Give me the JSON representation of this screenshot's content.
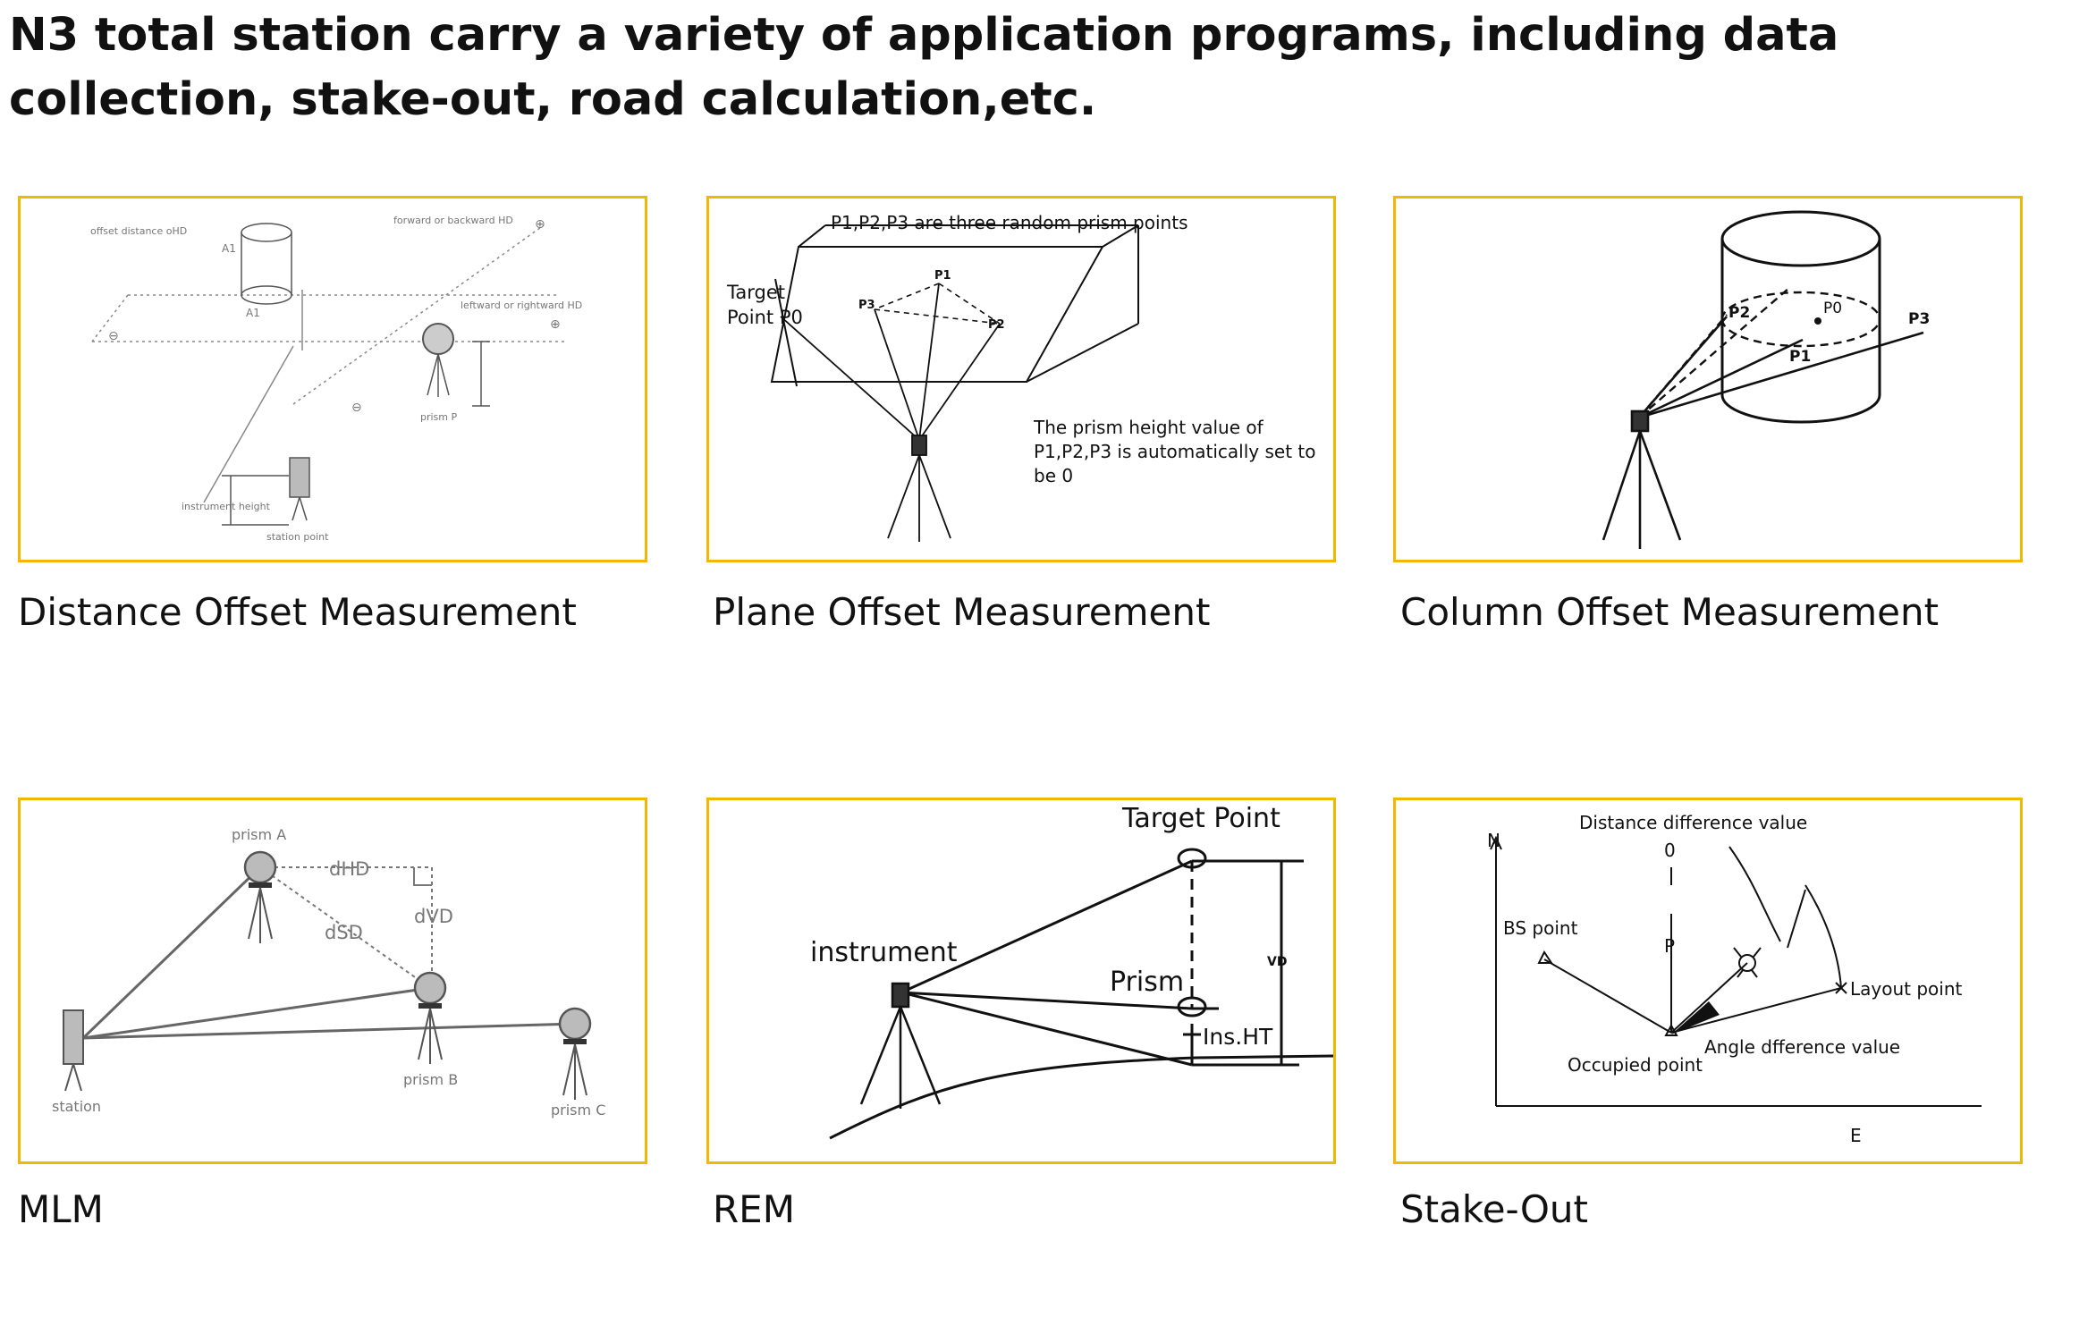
{
  "headline": "N3 total station carry a variety of application programs, including data collection, stake-out, road calculation,etc.",
  "colors": {
    "panel_border": "#F2B705"
  },
  "panels": {
    "distance_offset": {
      "caption": "Distance Offset Measurement",
      "labels": {
        "offset_distance": "offset distance oHD",
        "forward_backward": "forward or backward HD",
        "leftward_rightward": "leftward or rightward HD",
        "a1_top": "A1",
        "a1_bottom": "A1",
        "prism": "prism P",
        "instrument_height": "instrument height",
        "station_point": "station point",
        "minus1": "⊖",
        "minus2": "⊖",
        "plus1": "⊕",
        "plus2": "⊕"
      }
    },
    "plane_offset": {
      "caption": "Plane Offset Measurement",
      "labels": {
        "note_top": "P1,P2,P3 are three random prism points",
        "target_line1": "Target",
        "target_line2": "Point P0",
        "p1": "P1",
        "p2": "P2",
        "p3": "P3",
        "note_line1": "The prism height value of",
        "note_line2": "P1,P2,P3 is automatically set to",
        "note_line3": "be 0"
      }
    },
    "column_offset": {
      "caption": "Column Offset Measurement",
      "labels": {
        "p0": "P0",
        "p1": "P1",
        "p2": "P2",
        "p3": "P3"
      }
    },
    "mlm": {
      "caption": "MLM",
      "labels": {
        "prism_a": "prism A",
        "prism_b": "prism B",
        "prism_c": "prism C",
        "station": "station",
        "dhd": "dHD",
        "dsd": "dSD",
        "dvd": "dVD"
      }
    },
    "rem": {
      "caption": "REM",
      "labels": {
        "target_point": "Target Point",
        "instrument": "instrument",
        "prism": "Prism",
        "vd": "VD",
        "ins_ht": "Ins.HT"
      }
    },
    "stake_out": {
      "caption": "Stake-Out",
      "labels": {
        "distance_difference": "Distance difference value",
        "zero": "0",
        "n": "N",
        "e": "E",
        "bs_point": "BS point",
        "p": "P",
        "layout_point": "Layout point",
        "angle_difference": "Angle dfference value",
        "occupied_point": "Occupied point"
      }
    }
  }
}
